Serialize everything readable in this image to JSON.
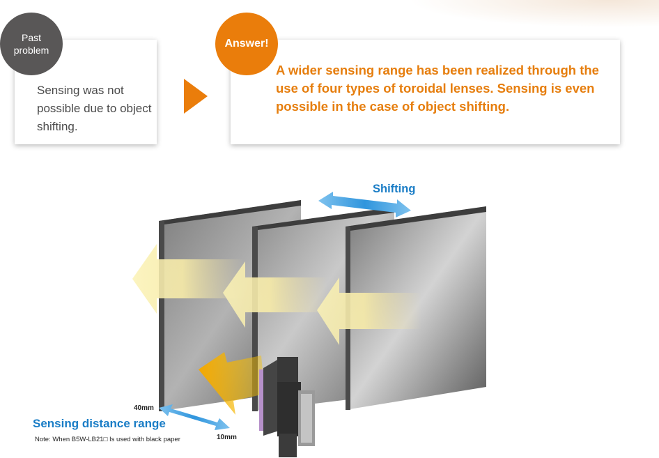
{
  "past_problem": {
    "badge_label": "Past problem",
    "text": "Sensing was not possible due to object shifting."
  },
  "answer": {
    "badge_label": "Answer!",
    "text": "A wider sensing range has been realized through the use of four types of toroidal lenses. Sensing is even possible in the case of object shifting."
  },
  "diagram": {
    "shifting_label": "Shifting",
    "range_title": "Sensing distance range",
    "range_note": "Note: When B5W-LB21□ Is used with black paper",
    "distance_far": "40mm",
    "distance_near": "10mm"
  },
  "colors": {
    "orange_accent": "#ea7d0b",
    "gray_badge": "#595757",
    "blue_label": "#1a7dc6",
    "body_text": "#4a4a4a"
  },
  "icons": {
    "flow_arrow": "right-triangle-icon",
    "shift_arrow": "double-headed-arrow-icon",
    "range_arrow": "double-headed-arrow-icon",
    "light_beams": "left-arrow-icon"
  }
}
